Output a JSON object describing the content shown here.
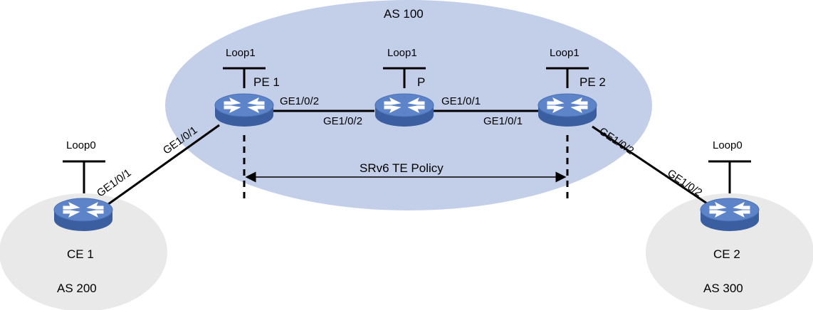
{
  "areas": {
    "as100": "AS 100",
    "as200": "AS 200",
    "as300": "AS 300"
  },
  "devices": {
    "pe1": {
      "name": "PE 1",
      "loopback": "Loop1"
    },
    "p": {
      "name": "P",
      "loopback": "Loop1"
    },
    "pe2": {
      "name": "PE 2",
      "loopback": "Loop1"
    },
    "ce1": {
      "name": "CE 1",
      "loopback": "Loop0"
    },
    "ce2": {
      "name": "CE 2",
      "loopback": "Loop0"
    }
  },
  "interfaces": {
    "ce1_ge101": "GE1/0/1",
    "pe1_ge101": "GE1/0/1",
    "pe1_ge102": "GE1/0/2",
    "p_ge102": "GE1/0/2",
    "p_ge101": "GE1/0/1",
    "pe2_ge101": "GE1/0/1",
    "pe2_ge102": "GE1/0/2",
    "ce2_ge102": "GE1/0/2"
  },
  "policy": {
    "label": "SRv6 TE Policy"
  },
  "colors": {
    "as100_fill": "#c3cee8",
    "as_edge_fill": "#e9e9e9",
    "router_top": "#5a7ec2",
    "router_side": "#3a5ea0",
    "line": "#000000"
  }
}
